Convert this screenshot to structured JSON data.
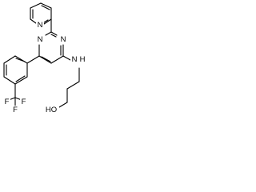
{
  "structure": {
    "atoms": [
      {
        "id": "n_pyridine",
        "symbol": "N"
      },
      {
        "id": "n_pyrimidine_top",
        "symbol": "N"
      },
      {
        "id": "n_pyrimidine_bottom",
        "symbol": "N"
      },
      {
        "id": "nh_amine",
        "symbol": "N"
      },
      {
        "id": "h_amine",
        "symbol": "H"
      },
      {
        "id": "o_hydroxyl",
        "symbol": "HO"
      },
      {
        "id": "f_1",
        "symbol": "F"
      },
      {
        "id": "f_2",
        "symbol": "F"
      },
      {
        "id": "f_3",
        "symbol": "F"
      }
    ]
  }
}
